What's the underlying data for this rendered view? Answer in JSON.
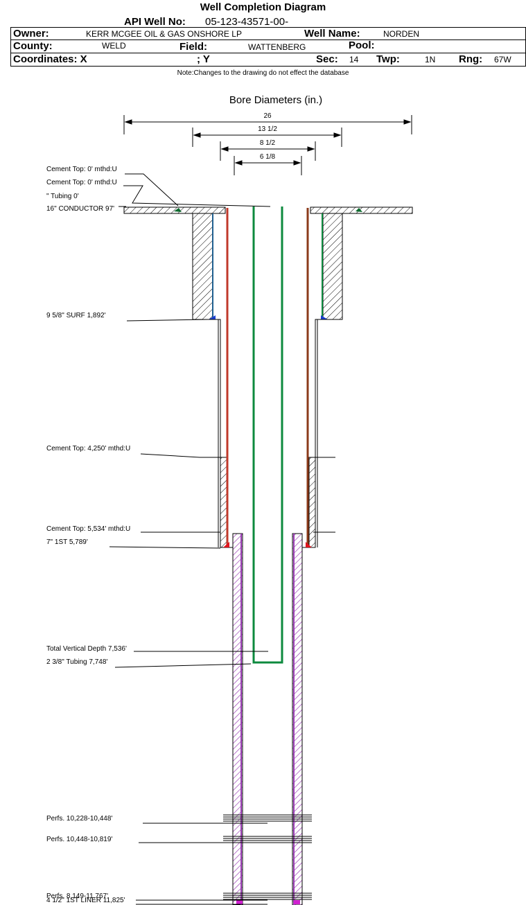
{
  "header": {
    "title": "Well Completion Diagram",
    "api_label": "API Well No:",
    "api_value": "05-123-43571-00-",
    "owner_label": "Owner:",
    "owner_value": "KERR MCGEE OIL & GAS ONSHORE LP",
    "well_name_label": "Well Name:",
    "well_name_value": "NORDEN",
    "county_label": "County:",
    "county_value": "WELD",
    "field_label": "Field:",
    "field_value": "WATTENBERG",
    "pool_label": "Pool:",
    "pool_value": "",
    "coord_x_label": "Coordinates: X",
    "coord_y_label": "; Y",
    "sec_label": "Sec:",
    "sec_value": "14",
    "twp_label": "Twp:",
    "twp_value": "1N",
    "rng_label": "Rng:",
    "rng_value": "67W",
    "note": "Note:Changes to the drawing do not effect the database"
  },
  "diagram": {
    "bore_title": "Bore Diameters (in.)",
    "bore_diameters": [
      "26",
      "13 1/2",
      "8 1/2",
      "6 1/8"
    ],
    "annotations": {
      "cement_top_1": "Cement Top: 0' mthd:U",
      "cement_top_2": "Cement Top: 0' mthd:U",
      "tubing_0": "\" Tubing 0'",
      "conductor": "16\" CONDUCTOR  97'",
      "surf_casing": "9 5/8\" SURF       1,892'",
      "cement_top_3": "Cement Top: 4,250' mthd:U",
      "cement_top_4": "Cement Top: 5,534' mthd:U",
      "first_casing": "7\" 1ST        5,789'",
      "tvd": "Total Vertical Depth 7,536'",
      "tubing_2": "2 3/8\" Tubing 7,748'",
      "perfs_1": "Perfs. 10,228-10,448'",
      "perfs_2": "Perfs. 10,448-10,819'",
      "perfs_3": "Perfs. 8,149-11,767'",
      "liner": "4 1/2\" 1ST LINER  11,825'"
    },
    "colors": {
      "surface_casing": "#1f5f8f",
      "casing_7in": "#c0392b",
      "casing_7in_right": "#8b3a1a",
      "tubing": "#0d8a3e",
      "liner": "#9b3fb5",
      "cement_shoe_blue": "#1a3fd1",
      "cement_shoe_red": "#e0141e",
      "liner_shoe": "#d01fd0"
    }
  }
}
